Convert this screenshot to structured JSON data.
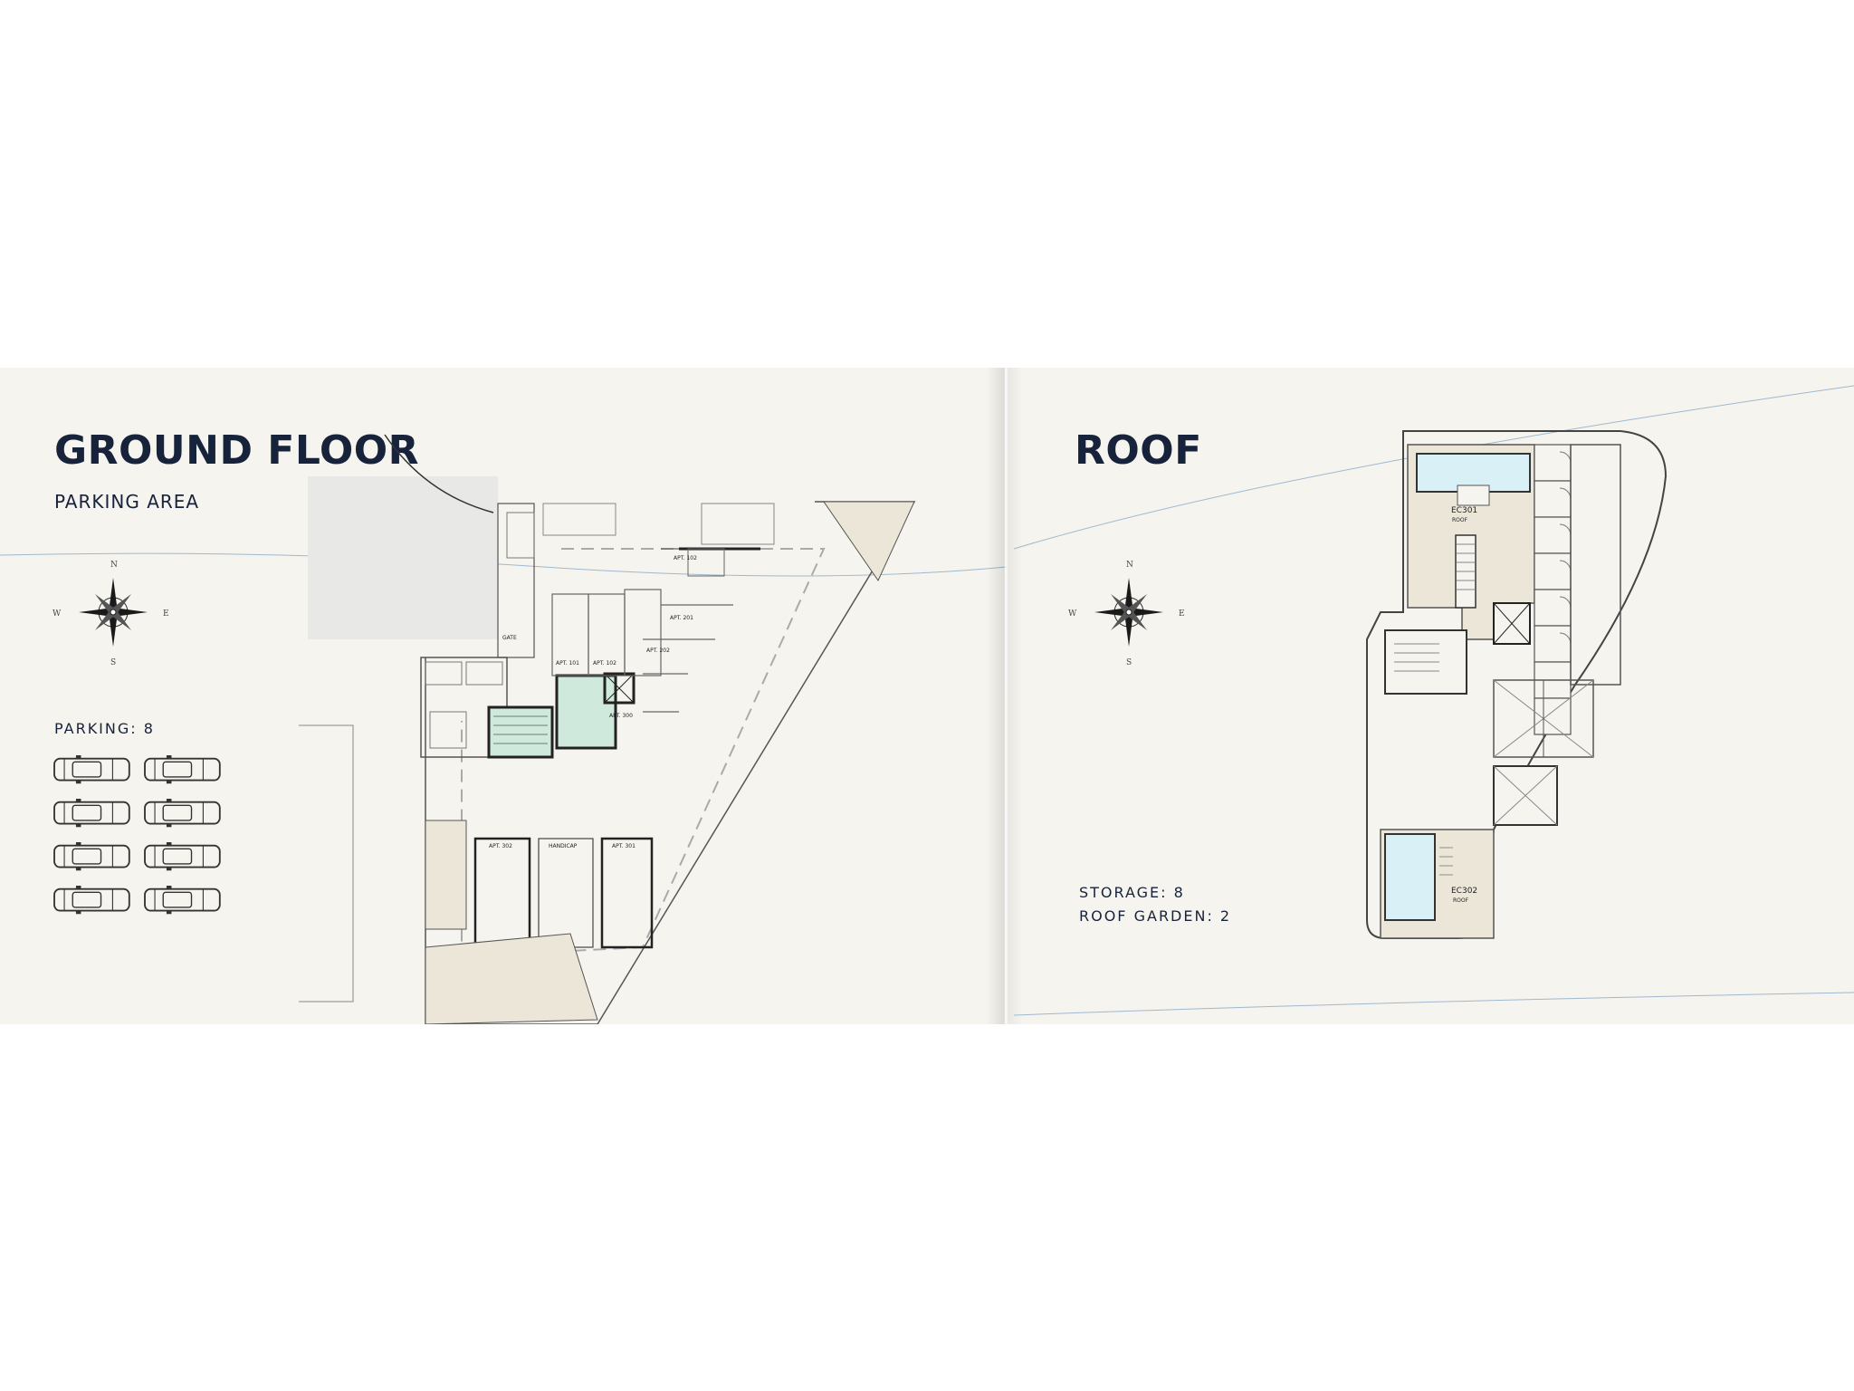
{
  "left_page": {
    "title": "GROUND FLOOR",
    "subtitle": "PARKING AREA",
    "parking_label": "PARKING: 8",
    "car_icon_count": 8,
    "compass": {
      "n": "N",
      "s": "S",
      "e": "E",
      "w": "W"
    },
    "plan_labels": {
      "apt_102_top": "APT. 102",
      "apt_201": "APT. 201",
      "apt_101": "APT. 101",
      "apt_102": "APT. 102",
      "apt_202": "APT. 202",
      "apt_300": "APT. 300",
      "apt_302": "APT. 302",
      "handicap": "HANDICAP",
      "apt_301": "APT. 301",
      "gate": "GATE"
    }
  },
  "right_page": {
    "title": "ROOF",
    "storage_label": "STORAGE: 8",
    "roof_garden_label": "ROOF GARDEN: 2",
    "compass": {
      "n": "N",
      "s": "S",
      "e": "E",
      "w": "W"
    },
    "plan_labels": {
      "ec301": "EC301",
      "ec301_sub": "ROOF",
      "ec302": "EC302",
      "ec302_sub": "ROOF"
    }
  },
  "colors": {
    "paper": "#f6f4ef",
    "title": "#17223b",
    "stair_core": "#cfe9dc",
    "pool": "#d8f0f6",
    "beige_fill": "#ebe6d8"
  }
}
